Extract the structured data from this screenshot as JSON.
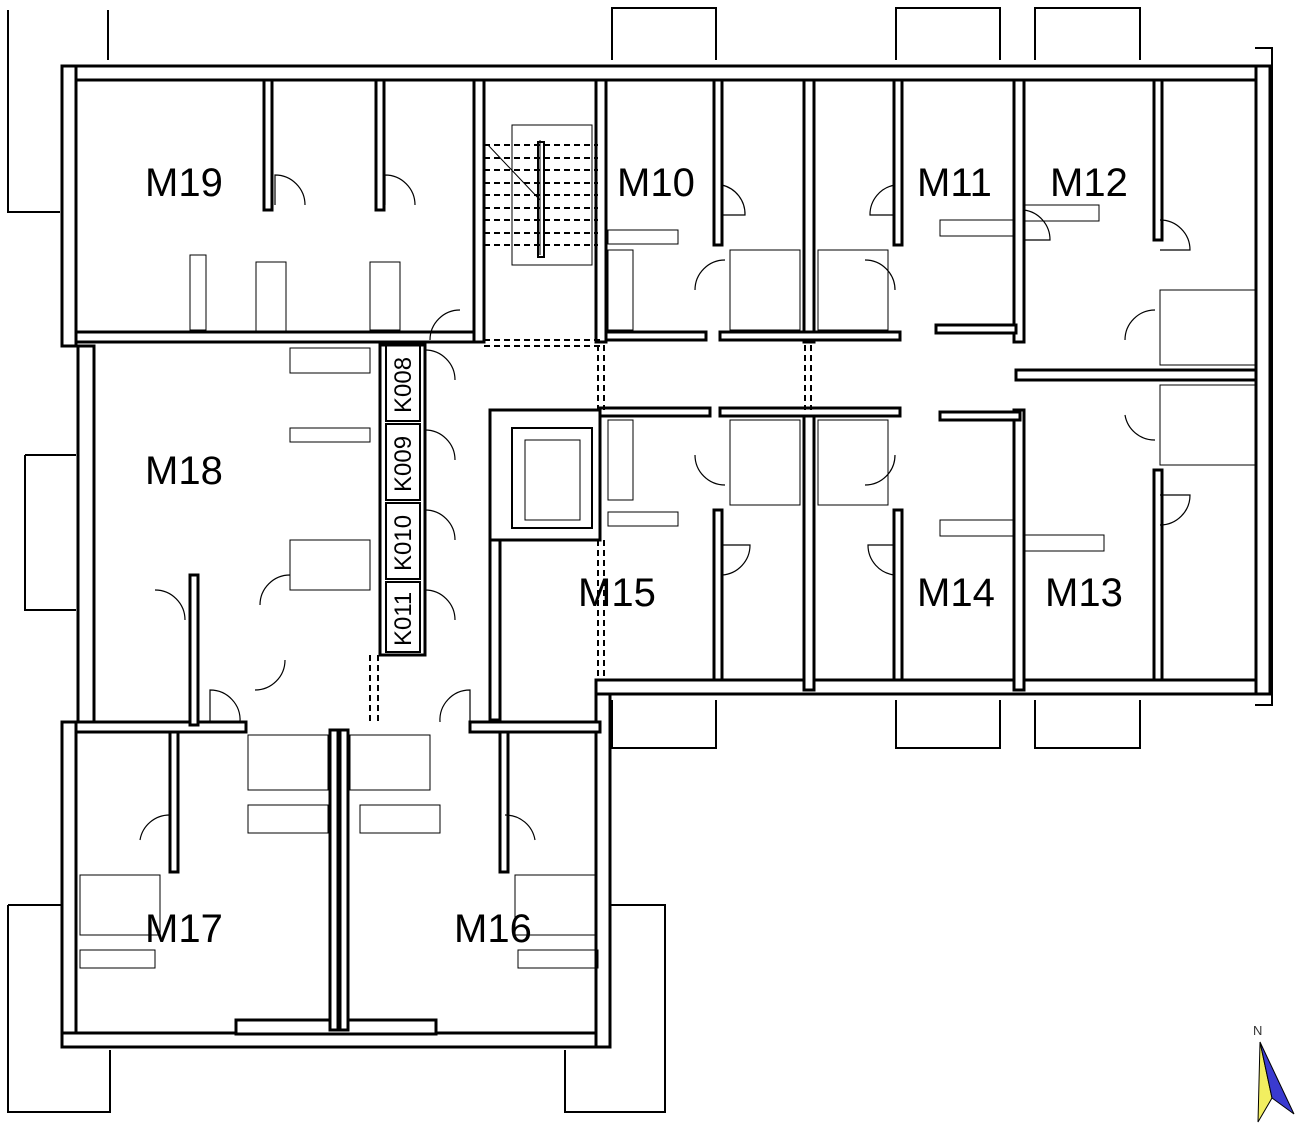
{
  "plan": {
    "rooms": {
      "m19": "M19",
      "m10": "M10",
      "m11": "M11",
      "m12": "M12",
      "m18": "M18",
      "m15": "M15",
      "m14": "M14",
      "m13": "M13",
      "m17": "M17",
      "m16": "M16"
    },
    "storage": {
      "k008": "K008",
      "k009": "K009",
      "k010": "K010",
      "k011": "K011"
    },
    "north_label": "N",
    "colors": {
      "wall": "#000000",
      "arrow_blue": "#3a3ad0",
      "arrow_yellow": "#f2ee60"
    }
  }
}
